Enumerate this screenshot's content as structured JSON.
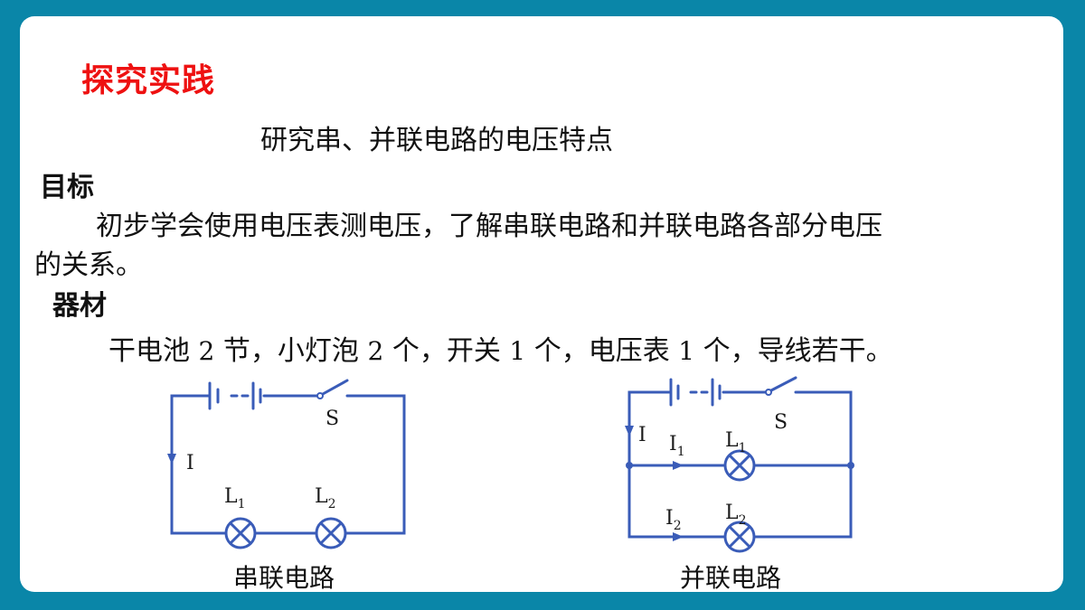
{
  "slide": {
    "title": "探究实践",
    "subtitle": "研究串、并联电路的电压特点",
    "goal_heading": "目标",
    "goal_line1": "初步学会使用电压表测电压，了解串联电路和并联电路各部分电压",
    "goal_line2": "的关系。",
    "materials_heading": "器材",
    "materials": {
      "p1": "干电池 ",
      "n1": "2",
      "p2": " 节，小灯泡 ",
      "n2": "2",
      "p3": " 个，开关 ",
      "n3": "1",
      "p4": " 个，电压表 ",
      "n4": "1",
      "p5": " 个，导线若干。"
    },
    "series_caption": "串联电路",
    "parallel_caption": "并联电路"
  },
  "series_circuit": {
    "switch_label": "S",
    "current_label": "I",
    "lamp1_label": "L",
    "lamp1_sub": "1",
    "lamp2_label": "L",
    "lamp2_sub": "2"
  },
  "parallel_circuit": {
    "switch_label": "S",
    "current_label": "I",
    "branch1_current": "I",
    "branch1_sub": "1",
    "lamp1_label": "L",
    "lamp1_sub": "1",
    "branch2_current": "I",
    "branch2_sub": "2",
    "lamp2_label": "L",
    "lamp2_sub": "2"
  },
  "colors": {
    "background": "#0a86a8",
    "title": "#ee1111",
    "wire": "#3a5cb8"
  }
}
